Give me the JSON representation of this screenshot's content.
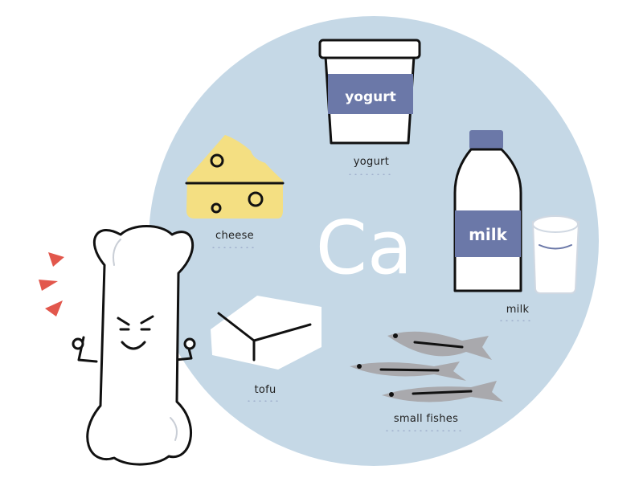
{
  "symbol": "Ca",
  "items": {
    "yogurt": {
      "label": "yogurt",
      "package_text": "yogurt"
    },
    "milk": {
      "label": "milk",
      "package_text": "milk"
    },
    "cheese": {
      "label": "cheese"
    },
    "tofu": {
      "label": "tofu"
    },
    "fishes": {
      "label": "small fishes"
    }
  },
  "colors": {
    "circle": "#c5d8e6",
    "accent": "#6b78a8",
    "cheese": "#f4df82",
    "fish": "#a9a9ad",
    "alert": "#e2574c"
  }
}
